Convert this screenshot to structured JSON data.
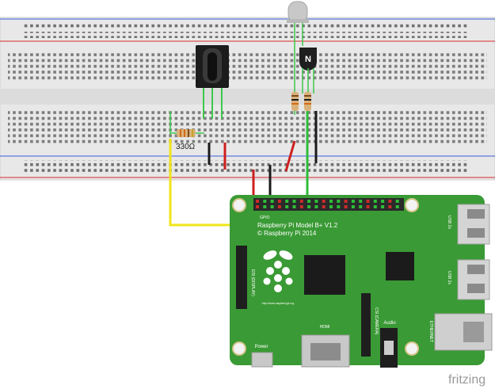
{
  "breadboard": {
    "color": "#e6e6e6",
    "rail_red": "#d62a2a",
    "rail_blue": "#3b5bdb"
  },
  "resistor_label": "330Ω",
  "transistor_label": "N",
  "pi": {
    "title_line1": "Raspberry Pi Model B+ V1.2",
    "title_line2": "© Raspberry Pi 2014",
    "gpio_label": "GPIO",
    "dsi_label": "DSI (DISPLAY)",
    "csi_label": "CSI (CAMERA)",
    "hdmi_label": "HDMI",
    "audio_label": "Audio",
    "power_label": "Power",
    "usb_label_1": "USB 2x",
    "usb_label_2": "USB 2x",
    "ethernet_label": "ETHERNET",
    "url_label": "http://www.raspberrypi.org",
    "board_color": "#3a9a35"
  },
  "wires": {
    "yellow": "#f0e41a",
    "red": "#cc1f1f",
    "black": "#1a1a1a",
    "green": "#2fbd3a"
  },
  "watermark": "fritzing"
}
